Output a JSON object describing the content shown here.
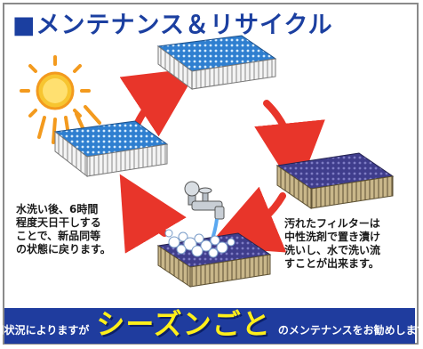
{
  "title": "■メンテナンス＆リサイクル",
  "note_left": [
    "水洗い後、6時間",
    "程度天日干しする",
    "ことで、新品同等",
    "の状態に戻ります。"
  ],
  "note_right": [
    "汚れたフィルターは",
    "中性洗剤で置き漬け",
    "洗いし、水で洗い流",
    "すことが出来ます。"
  ],
  "banner": {
    "prefix": "使用状況によりますが",
    "highlight": "シーズンごと",
    "suffix": "のメンテナンスをお勧めします。"
  },
  "colors": {
    "title": "#1b3fa0",
    "banner": "#1f3c9e",
    "highlight": "#ffef1a",
    "arrow": "#e8352a",
    "sun": "#f39a1e",
    "clean_filter": "#2f7fd0",
    "dirty_filter": "#3f3d8c"
  },
  "icons": [
    "sun-icon",
    "faucet-icon",
    "cycle-arrow-icon",
    "soap-bubbles-icon"
  ]
}
